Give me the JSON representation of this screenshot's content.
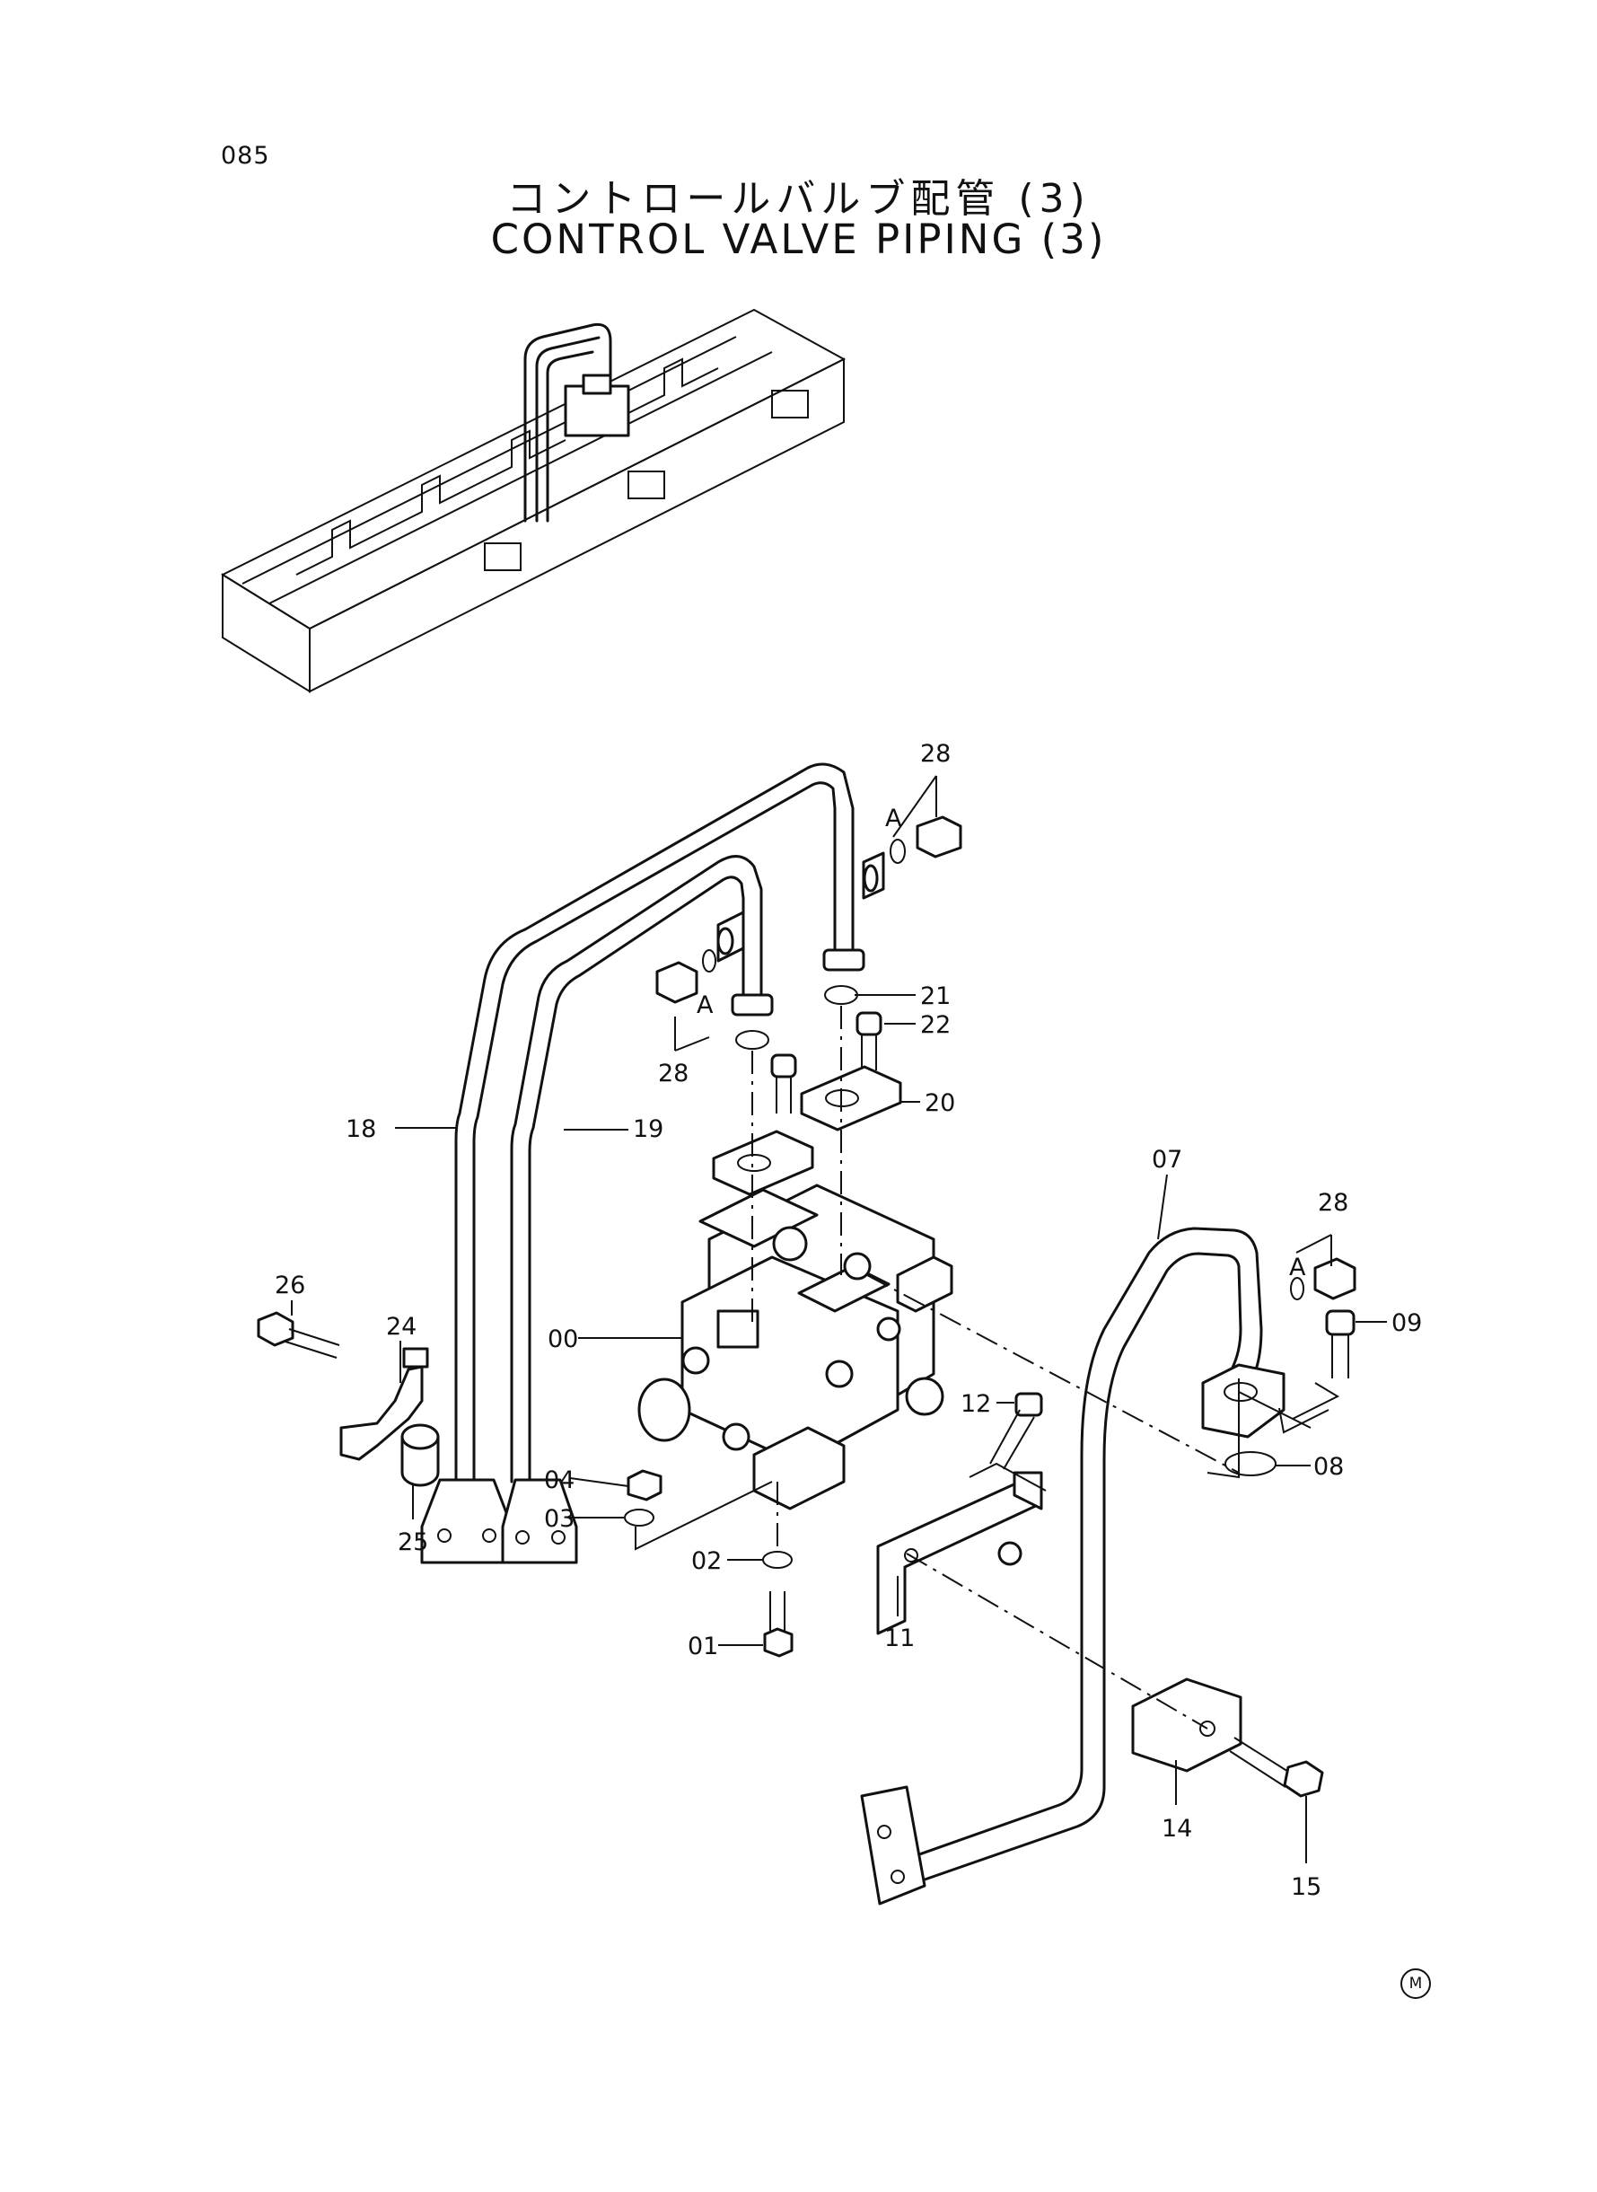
{
  "page_number": "085",
  "title_jp": "コントロールバルブ配管 (3)",
  "title_en": "CONTROL VALVE PIPING (3)",
  "view_label": "A",
  "corner_mark": "M",
  "parts": [
    {
      "id": "part-00",
      "no": "00"
    },
    {
      "id": "part-01",
      "no": "01"
    },
    {
      "id": "part-02",
      "no": "02"
    },
    {
      "id": "part-03",
      "no": "03"
    },
    {
      "id": "part-04",
      "no": "04"
    },
    {
      "id": "part-07",
      "no": "07"
    },
    {
      "id": "part-08",
      "no": "08"
    },
    {
      "id": "part-09",
      "no": "09"
    },
    {
      "id": "part-11",
      "no": "11"
    },
    {
      "id": "part-12",
      "no": "12"
    },
    {
      "id": "part-14",
      "no": "14"
    },
    {
      "id": "part-15",
      "no": "15"
    },
    {
      "id": "part-18",
      "no": "18"
    },
    {
      "id": "part-19",
      "no": "19"
    },
    {
      "id": "part-20",
      "no": "20"
    },
    {
      "id": "part-21",
      "no": "21"
    },
    {
      "id": "part-22",
      "no": "22"
    },
    {
      "id": "part-24",
      "no": "24"
    },
    {
      "id": "part-25",
      "no": "25"
    },
    {
      "id": "part-26",
      "no": "26"
    },
    {
      "id": "part-28",
      "no": "28"
    }
  ]
}
